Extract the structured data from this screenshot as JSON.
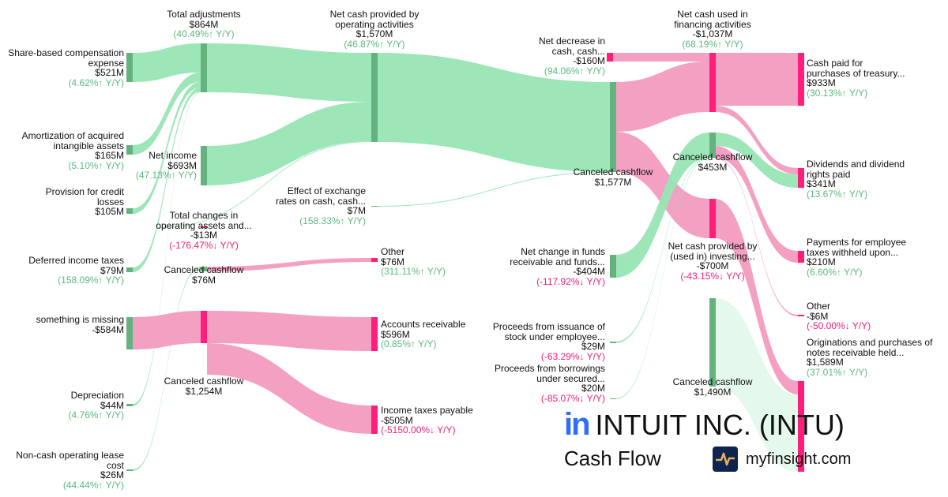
{
  "colors": {
    "positive_link": "#98e5b4",
    "negative_link": "#f29bbf",
    "positive_node": "#66b27f",
    "negative_node": "#ff1f7a",
    "up_text": "#5cba7d",
    "down_text": "#f0207a"
  },
  "nodes": {
    "sbc": {
      "label": "Share-based compensation expense",
      "lines": [
        "Share-based compensation",
        "expense"
      ],
      "value": "$521M",
      "yoy": "(4.62%↑ Y/Y)"
    },
    "amort": {
      "lines": [
        "Amortization of acquired",
        "intangible assets"
      ],
      "value": "$165M",
      "yoy": "(5.10%↑ Y/Y)"
    },
    "provision": {
      "lines": [
        "Provision for credit",
        "losses"
      ],
      "value": "$105M"
    },
    "deferred": {
      "lines": [
        "Deferred income taxes"
      ],
      "value": "$79M",
      "yoy": "(158.09%↑ Y/Y)"
    },
    "missing": {
      "lines": [
        "something is missing"
      ],
      "value": "-$584M"
    },
    "depreciation": {
      "lines": [
        "Depreciation"
      ],
      "value": "$44M",
      "yoy": "(4.76%↑ Y/Y)"
    },
    "lease": {
      "lines": [
        "Non-cash operating lease",
        "cost"
      ],
      "value": "$26M",
      "yoy": "(44.44%↑ Y/Y)"
    },
    "totaladj": {
      "lines": [
        "Total adjustments"
      ],
      "value": "$864M",
      "yoy": "(40.49%↑ Y/Y)"
    },
    "netincome": {
      "lines": [
        "Net income"
      ],
      "value": "$693M",
      "yoy": "(47.13%↑ Y/Y)"
    },
    "totalchanges": {
      "lines": [
        "Total changes in",
        "operating assets and..."
      ],
      "value": "-$13M",
      "yoy": "(-176.47%↓ Y/Y)"
    },
    "canceled76": {
      "lines": [
        "Canceled cashflow"
      ],
      "value": "$76M"
    },
    "canceled1254": {
      "lines": [
        "Canceled cashflow"
      ],
      "value": "$1,254M"
    },
    "netcashops": {
      "lines": [
        "Net cash provided by",
        "operating activities"
      ],
      "value": "$1,570M",
      "yoy": "(46.87%↑ Y/Y)"
    },
    "effect": {
      "lines": [
        "Effect of exchange",
        "rates on cash, cash..."
      ],
      "value": "$7M",
      "yoy": "(158.33%↑ Y/Y)"
    },
    "other76": {
      "lines": [
        "Other"
      ],
      "value": "$76M",
      "yoy": "(311.11%↑ Y/Y)"
    },
    "ar": {
      "lines": [
        "Accounts receivable"
      ],
      "value": "$596M",
      "yoy": "(0.85%↑ Y/Y)"
    },
    "itp": {
      "lines": [
        "Income taxes payable"
      ],
      "value": "-$505M",
      "yoy": "(-5150.00%↓ Y/Y)"
    },
    "netdecrease": {
      "lines": [
        "Net decrease in",
        "cash, cash..."
      ],
      "value": "-$160M",
      "yoy": "(94.06%↑ Y/Y)"
    },
    "canceled1577": {
      "lines": [
        "Canceled cashflow"
      ],
      "value": "$1,577M"
    },
    "netchange": {
      "lines": [
        "Net change in funds",
        "receivable and funds..."
      ],
      "value": "-$404M",
      "yoy": "(-117.92%↓ Y/Y)"
    },
    "stock": {
      "lines": [
        "Proceeds from issuance of",
        "stock under employee..."
      ],
      "value": "$29M",
      "yoy": "(-63.29%↓ Y/Y)"
    },
    "borrow": {
      "lines": [
        "Proceeds from borrowings",
        "under secured..."
      ],
      "value": "$20M",
      "yoy": "(-85.07%↓ Y/Y)"
    },
    "financing": {
      "lines": [
        "Net cash used in",
        "financing activities"
      ],
      "value": "-$1,037M",
      "yoy": "(68.19%↑ Y/Y)"
    },
    "canceled453": {
      "lines": [
        "Canceled cashflow"
      ],
      "value": "$453M"
    },
    "investing": {
      "lines": [
        "Net cash provided by",
        "(used in) investing..."
      ],
      "value": "-$700M",
      "yoy": "(-43.15%↓ Y/Y)"
    },
    "canceled1490": {
      "lines": [
        "Canceled cashflow"
      ],
      "value": "$1,490M"
    },
    "treasury": {
      "lines": [
        "Cash paid for",
        "purchases of treasury..."
      ],
      "value": "$933M",
      "yoy": "(30.13%↑ Y/Y)"
    },
    "dividends": {
      "lines": [
        "Dividends and dividend",
        "rights paid"
      ],
      "value": "$341M",
      "yoy": "(13.67%↑ Y/Y)"
    },
    "payments": {
      "lines": [
        "Payments for employee",
        "taxes withheld upon..."
      ],
      "value": "$210M",
      "yoy": "(6.60%↑ Y/Y)"
    },
    "other6": {
      "lines": [
        "Other"
      ],
      "value": "-$6M",
      "yoy": "(-50.00%↓ Y/Y)"
    },
    "originations": {
      "lines": [
        "Originations and purchases of",
        "notes receivable held..."
      ],
      "value": "$1,589M",
      "yoy": "(37.01%↑ Y/Y)"
    }
  },
  "links": [
    {
      "from": "sbc",
      "to": "totaladj",
      "value": 521
    },
    {
      "from": "amort",
      "to": "totaladj",
      "value": 165
    },
    {
      "from": "provision",
      "to": "totaladj",
      "value": 105
    },
    {
      "from": "deferred",
      "to": "totaladj",
      "value": 79
    },
    {
      "from": "depreciation",
      "to": "totaladj",
      "value": 44
    },
    {
      "from": "lease",
      "to": "canceled76",
      "value": 26
    },
    {
      "from": "missing",
      "to": "canceled1254",
      "value": 584
    },
    {
      "from": "totaladj",
      "to": "netcashops",
      "value": 864
    },
    {
      "from": "netincome",
      "to": "netcashops",
      "value": 693
    },
    {
      "from": "totalchanges",
      "to": "netcashops",
      "value": 13
    },
    {
      "from": "canceled76",
      "to": "other76",
      "value": 76
    },
    {
      "from": "canceled1254",
      "to": "ar",
      "value": 596
    },
    {
      "from": "canceled1254",
      "to": "itp",
      "value": 505
    },
    {
      "from": "netcashops",
      "to": "canceled1577",
      "value": 1570
    },
    {
      "from": "effect",
      "to": "canceled1577",
      "value": 7
    },
    {
      "from": "netdecrease",
      "to": "financing",
      "value": 160
    },
    {
      "from": "canceled1577",
      "to": "financing",
      "value": 877
    },
    {
      "from": "canceled1577",
      "to": "investing",
      "value": 700
    },
    {
      "from": "netchange",
      "to": "canceled453",
      "value": 404
    },
    {
      "from": "stock",
      "to": "canceled453",
      "value": 29
    },
    {
      "from": "borrow",
      "to": "canceled453",
      "value": 20
    },
    {
      "from": "financing",
      "to": "treasury",
      "value": 933
    },
    {
      "from": "financing",
      "to": "dividends",
      "value": 104
    },
    {
      "from": "canceled453",
      "to": "dividends",
      "value": 237
    },
    {
      "from": "canceled453",
      "to": "payments",
      "value": 210
    },
    {
      "from": "canceled453",
      "to": "other6",
      "value": 6
    },
    {
      "from": "investing",
      "to": "originations",
      "value": 99
    },
    {
      "from": "canceled1490",
      "to": "originations",
      "value": 1490
    }
  ],
  "brand": {
    "ticker_title": "INTUIT INC. (INTU)",
    "logo_text": "in",
    "subtitle": "Cash Flow",
    "site": "myfinsight.com"
  }
}
